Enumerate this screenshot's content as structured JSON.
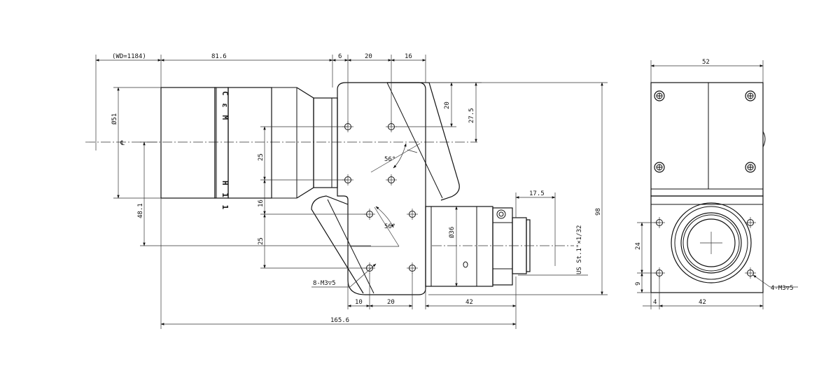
{
  "dims": {
    "wd": "(WD=1184)",
    "d81_6": "81.6",
    "d6": "6",
    "d20_top": "20",
    "d16_top": "16",
    "d20_right": "20",
    "d27_5": "27.5",
    "phi51": "Ø51",
    "phi36": "Ø36",
    "d25_a": "25",
    "d16_left": "16",
    "d25_b": "25",
    "d48_1": "48.1",
    "angle_a": "56°",
    "angle_b": "56°",
    "d17_5": "17.5",
    "d98": "98",
    "d10": "10",
    "d20_bot": "20",
    "d42_bot": "42",
    "d165_6": "165.6",
    "holes_left": "8-M3▽5",
    "us_thread": "US St.1\"×1/32",
    "lens_text_top": "C ε M",
    "lens_text_bot": "H 1 1",
    "lens_zero": "0",
    "d52": "52",
    "d24": "24",
    "d9": "9",
    "d4": "4",
    "d42_side": "42",
    "holes_right": "4-M3▽5"
  }
}
